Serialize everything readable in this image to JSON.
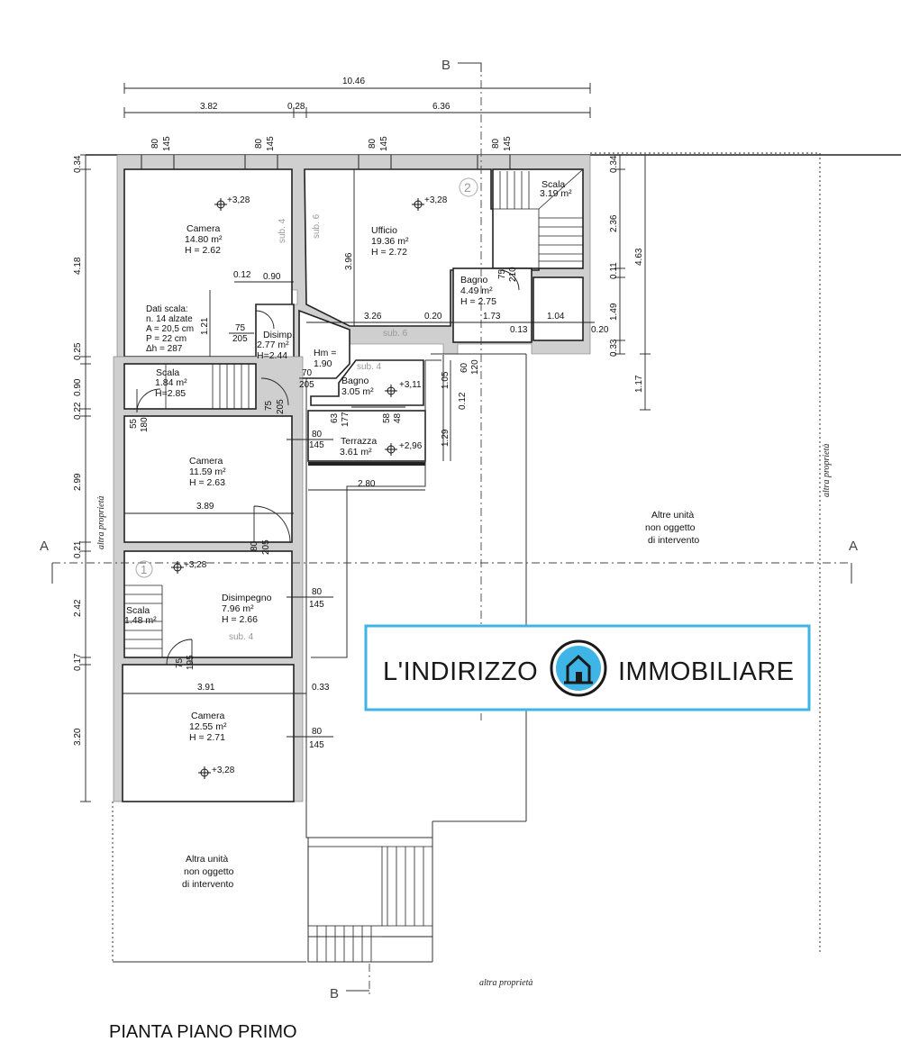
{
  "title": "PIANTA PIANO PRIMO",
  "section_markers": {
    "a": "A",
    "b": "B"
  },
  "dims_top": {
    "total": "10.46",
    "left": "3.82",
    "middle": "0.28",
    "right": "6.36"
  },
  "windows": [
    {
      "w": "80",
      "h": "145"
    },
    {
      "w": "80",
      "h": "145"
    },
    {
      "w": "80",
      "h": "145"
    },
    {
      "w": "80",
      "h": "145"
    }
  ],
  "dims_left": [
    "0.34",
    "4.18",
    "0.25",
    "0.90",
    "0.22",
    "2.99",
    "0.21",
    "2.42",
    "0.17",
    "3.20"
  ],
  "dims_right": [
    "0.34",
    "2.36",
    "0.11",
    "1.49",
    "0.33",
    "4.63",
    "1.17"
  ],
  "rooms": {
    "camera1": {
      "name": "Camera",
      "area": "14.80 m²",
      "height": "H = 2.62",
      "level": "+3,28"
    },
    "ufficio": {
      "name": "Ufficio",
      "area": "19.36 m²",
      "height": "H = 2.72",
      "level": "+3,28"
    },
    "scala2": {
      "name": "Scala",
      "area": "3.19 m²"
    },
    "bagno1": {
      "name": "Bagno",
      "area": "4.49 m²",
      "height": "H = 2.75"
    },
    "disimp1": {
      "name": "Disimp.",
      "area": "2.77 m²",
      "height": "H=2.44"
    },
    "hm": {
      "name": "Hm =",
      "value": "1.90"
    },
    "bagno2": {
      "name": "Bagno",
      "area": "3.05 m²",
      "level": "+3,11"
    },
    "scala1": {
      "name": "Scala",
      "area": "1.84 m²",
      "height": "H=2.85"
    },
    "camera2": {
      "name": "Camera",
      "area": "11.59 m²",
      "height": "H = 2.63"
    },
    "terrazza": {
      "name": "Terrazza",
      "area": "3.61 m²",
      "level": "+2,96"
    },
    "disimpegno": {
      "name": "Disimpegno",
      "area": "7.96 m²",
      "height": "H = 2.66",
      "level": "+3,28"
    },
    "scala3": {
      "name": "Scala",
      "area": "1.48 m²"
    },
    "camera3": {
      "name": "Camera",
      "area": "12.55 m²",
      "height": "H = 2.71",
      "level": "+3,28"
    }
  },
  "stair_info": [
    "Dati scala:",
    "n. 14 alzate",
    "A = 20,5 cm",
    "P = 22 cm",
    "Δh = 287"
  ],
  "inner_dims": {
    "d012": "0.12",
    "d090": "0.90",
    "d121": "1.21",
    "d396": "3.96",
    "d326": "3.26",
    "d020a": "0.20",
    "d173": "1.73",
    "d104": "1.04",
    "d013": "0.13",
    "d020b": "0.20",
    "d389": "3.89",
    "d280": "2.80",
    "d391": "3.91",
    "d033": "0.33",
    "d105": "1.05",
    "d012b": "0.12",
    "d129": "1.29",
    "d060": "60",
    "d120": "120"
  },
  "doors": [
    {
      "w": "75",
      "h": "205"
    },
    {
      "w": "75",
      "h": "210"
    },
    {
      "w": "70",
      "h": "205"
    },
    {
      "w": "75",
      "h": "205"
    },
    {
      "w": "55",
      "h": "180"
    },
    {
      "w": "63",
      "h": "177"
    },
    {
      "w": "58",
      "h": "48"
    },
    {
      "w": "80",
      "h": "145"
    },
    {
      "w": "80",
      "h": "205"
    },
    {
      "w": "80",
      "h": "145"
    },
    {
      "w": "75",
      "h": "195"
    },
    {
      "w": "80",
      "h": "145"
    }
  ],
  "sub_labels": {
    "s4a": "sub. 4",
    "s6a": "sub. 6",
    "s6b": "sub. 6",
    "s4b": "sub. 4",
    "s4c": "sub. 4"
  },
  "unit_markers": {
    "u1": "1",
    "u2": "2"
  },
  "other_units_right": [
    "Altre unità",
    "non oggetto",
    "di intervento"
  ],
  "other_unit_left": [
    "Altra unità",
    "non oggetto",
    "di intervento"
  ],
  "altra_proprieta": "altra proprietà",
  "logo": {
    "left": "L'INDIRIZZO",
    "right": "IMMOBILIARE",
    "accent": "#3fb4e6"
  }
}
